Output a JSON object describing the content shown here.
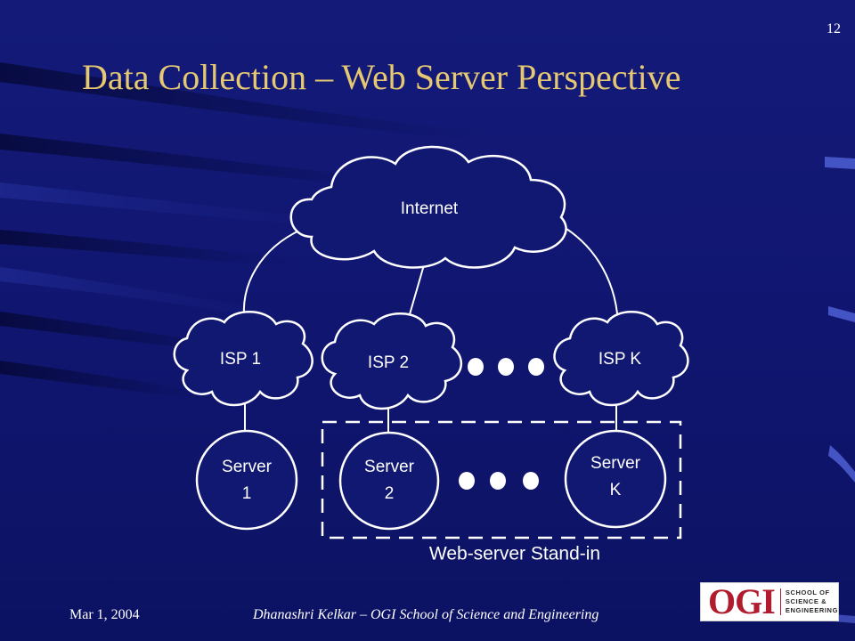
{
  "slide": {
    "number": "12",
    "title": "Data Collection – Web Server Perspective"
  },
  "diagram": {
    "internet_label": "Internet",
    "isps": [
      {
        "label": "ISP 1"
      },
      {
        "label": "ISP 2"
      },
      {
        "label": "ISP K"
      }
    ],
    "servers": [
      {
        "label_line1": "Server",
        "label_line2": "1"
      },
      {
        "label_line1": "Server",
        "label_line2": "2"
      },
      {
        "label_line1": "Server",
        "label_line2": "K"
      }
    ],
    "standin_caption": "Web-server Stand-in"
  },
  "footer": {
    "date": "Mar 1, 2004",
    "author": "Dhanashri Kelkar – OGI School of Science and Engineering"
  },
  "logo": {
    "mark": "OGI",
    "line1": "SCHOOL OF",
    "line2": "SCIENCE &",
    "line3": "ENGINEERING"
  },
  "colors": {
    "background": "#111872",
    "title": "#e6c872",
    "diagram": "#ffffff",
    "logo_red": "#b01c2e"
  }
}
